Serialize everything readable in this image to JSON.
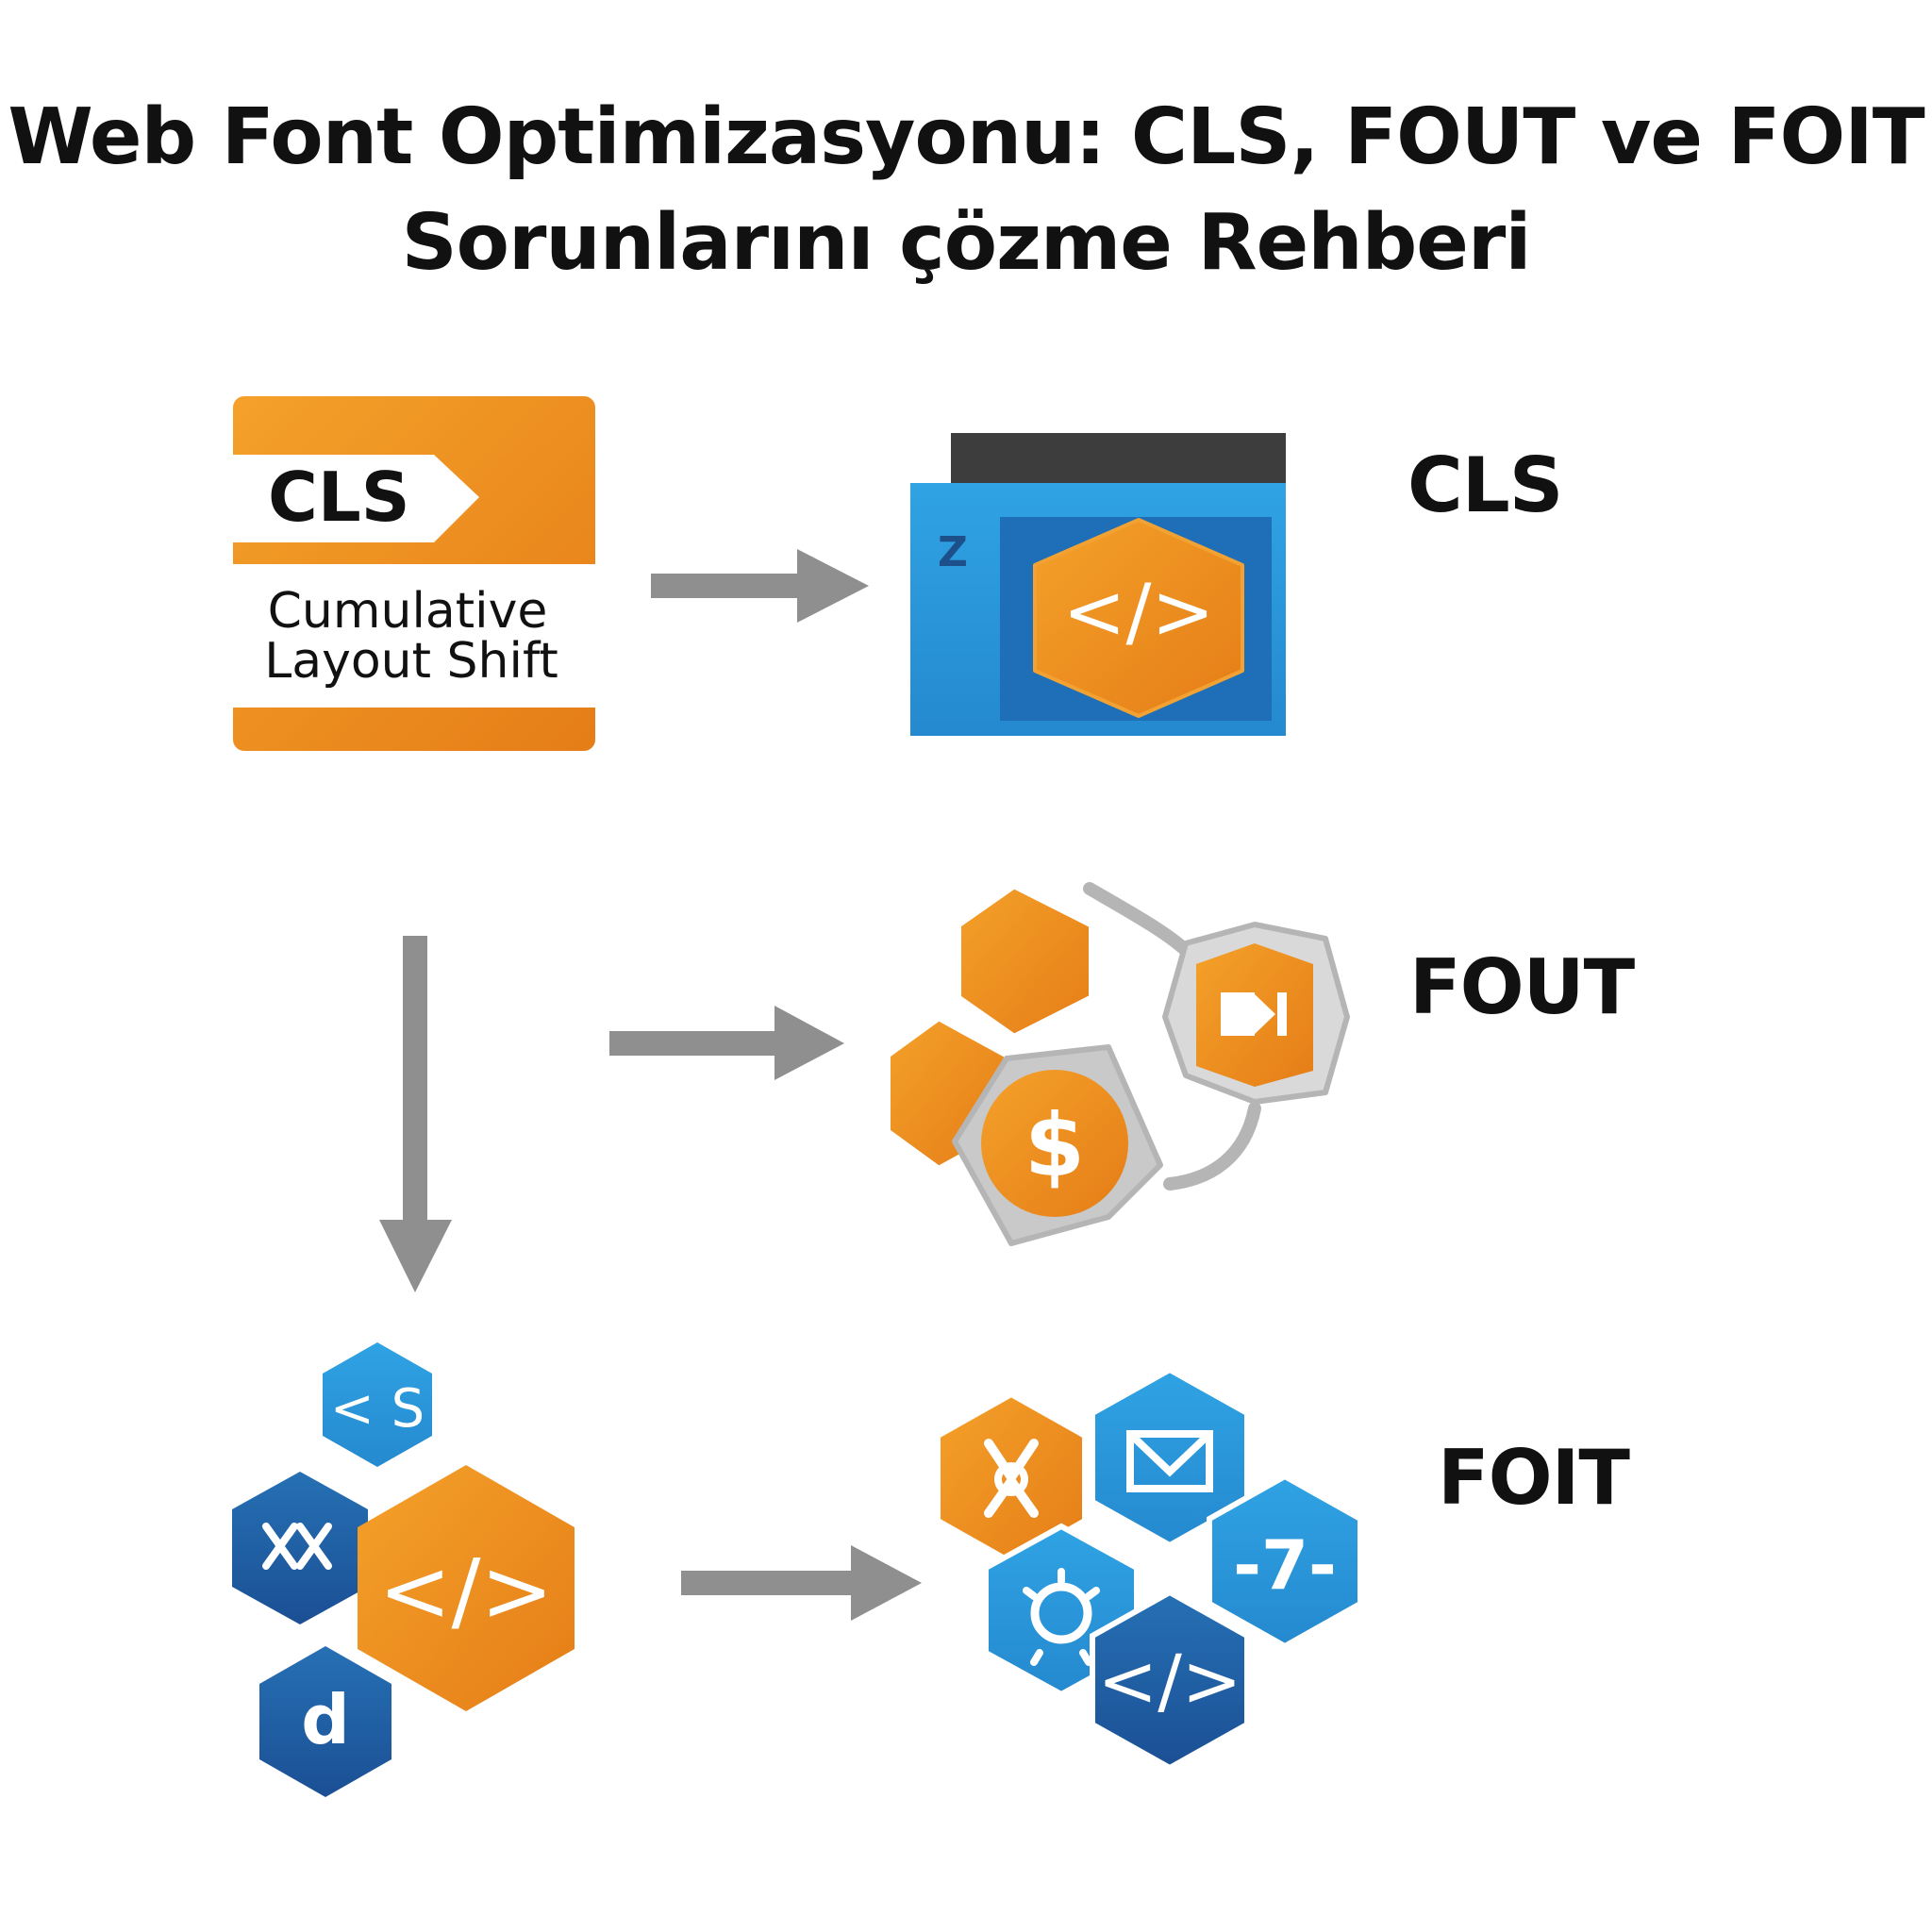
{
  "title": {
    "line1": "Web Font Optimizasyonu: CLS, FOUT ve FOIT",
    "line2": "Sorunlarını çözme Rehberi"
  },
  "cls_card": {
    "tag": "CLS",
    "description_line1": "Cumulative",
    "description_line2": "Layout Shift"
  },
  "labels": {
    "cls": "CLS",
    "fout": "FOUT",
    "foit": "FOIT"
  },
  "glyphs": {
    "code": "</>",
    "z": "Z",
    "dollar": "$",
    "s_tag": "< S",
    "d": "d",
    "seven": "-7-"
  },
  "colors": {
    "orange": "#f0961f",
    "orange_dark": "#e07f1a",
    "blue": "#2a9ee0",
    "blue_dark": "#1f63a8",
    "arrow_gray": "#8f8f8f",
    "bar_dark": "#3d3d3d"
  }
}
